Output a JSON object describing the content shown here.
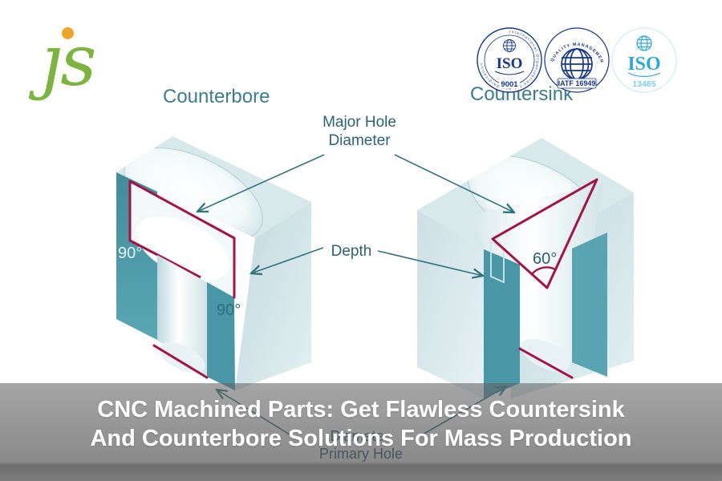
{
  "logo": {
    "text": "js",
    "display": "ȷs"
  },
  "badges": {
    "iso9001": {
      "ring_text": "International Organization for Standardization",
      "iso": "ISO",
      "number": "9001"
    },
    "iatf": {
      "ring_text": "QUALITY MANAGEMENT SYSTEM",
      "number": "IATF 16949"
    },
    "iso13485": {
      "iso": "ISO",
      "number": "13485"
    }
  },
  "diagram": {
    "left_title": "Counterbore",
    "right_title": "Countersink",
    "labels": {
      "major_hole_line1": "Major Hole",
      "major_hole_line2": "Diameter",
      "depth": "Depth",
      "diameter": "Diameter",
      "primary_hole": "Primary Hole"
    },
    "angles": {
      "left_top": "90°",
      "left_bottom": "90°",
      "right": "60°"
    }
  },
  "banner": {
    "line1": "CNC Machined Parts: Get Flawless Countersink",
    "line2": "And Counterbore Solutions For Mass Production"
  },
  "colors": {
    "logo_green": "#7cb53e",
    "logo_dot_orange": "#f0a32a",
    "heading_teal": "#3a7e8e",
    "label_teal": "#2d6272",
    "block_dark_teal": "#4997a6",
    "block_pale": "#cfe1e5",
    "outline_red": "#a51243",
    "arrow_teal": "#30737f",
    "badge_blue": "#15368f",
    "badge_lightblue": "#2aa9e0",
    "banner_gray": "#959595"
  }
}
